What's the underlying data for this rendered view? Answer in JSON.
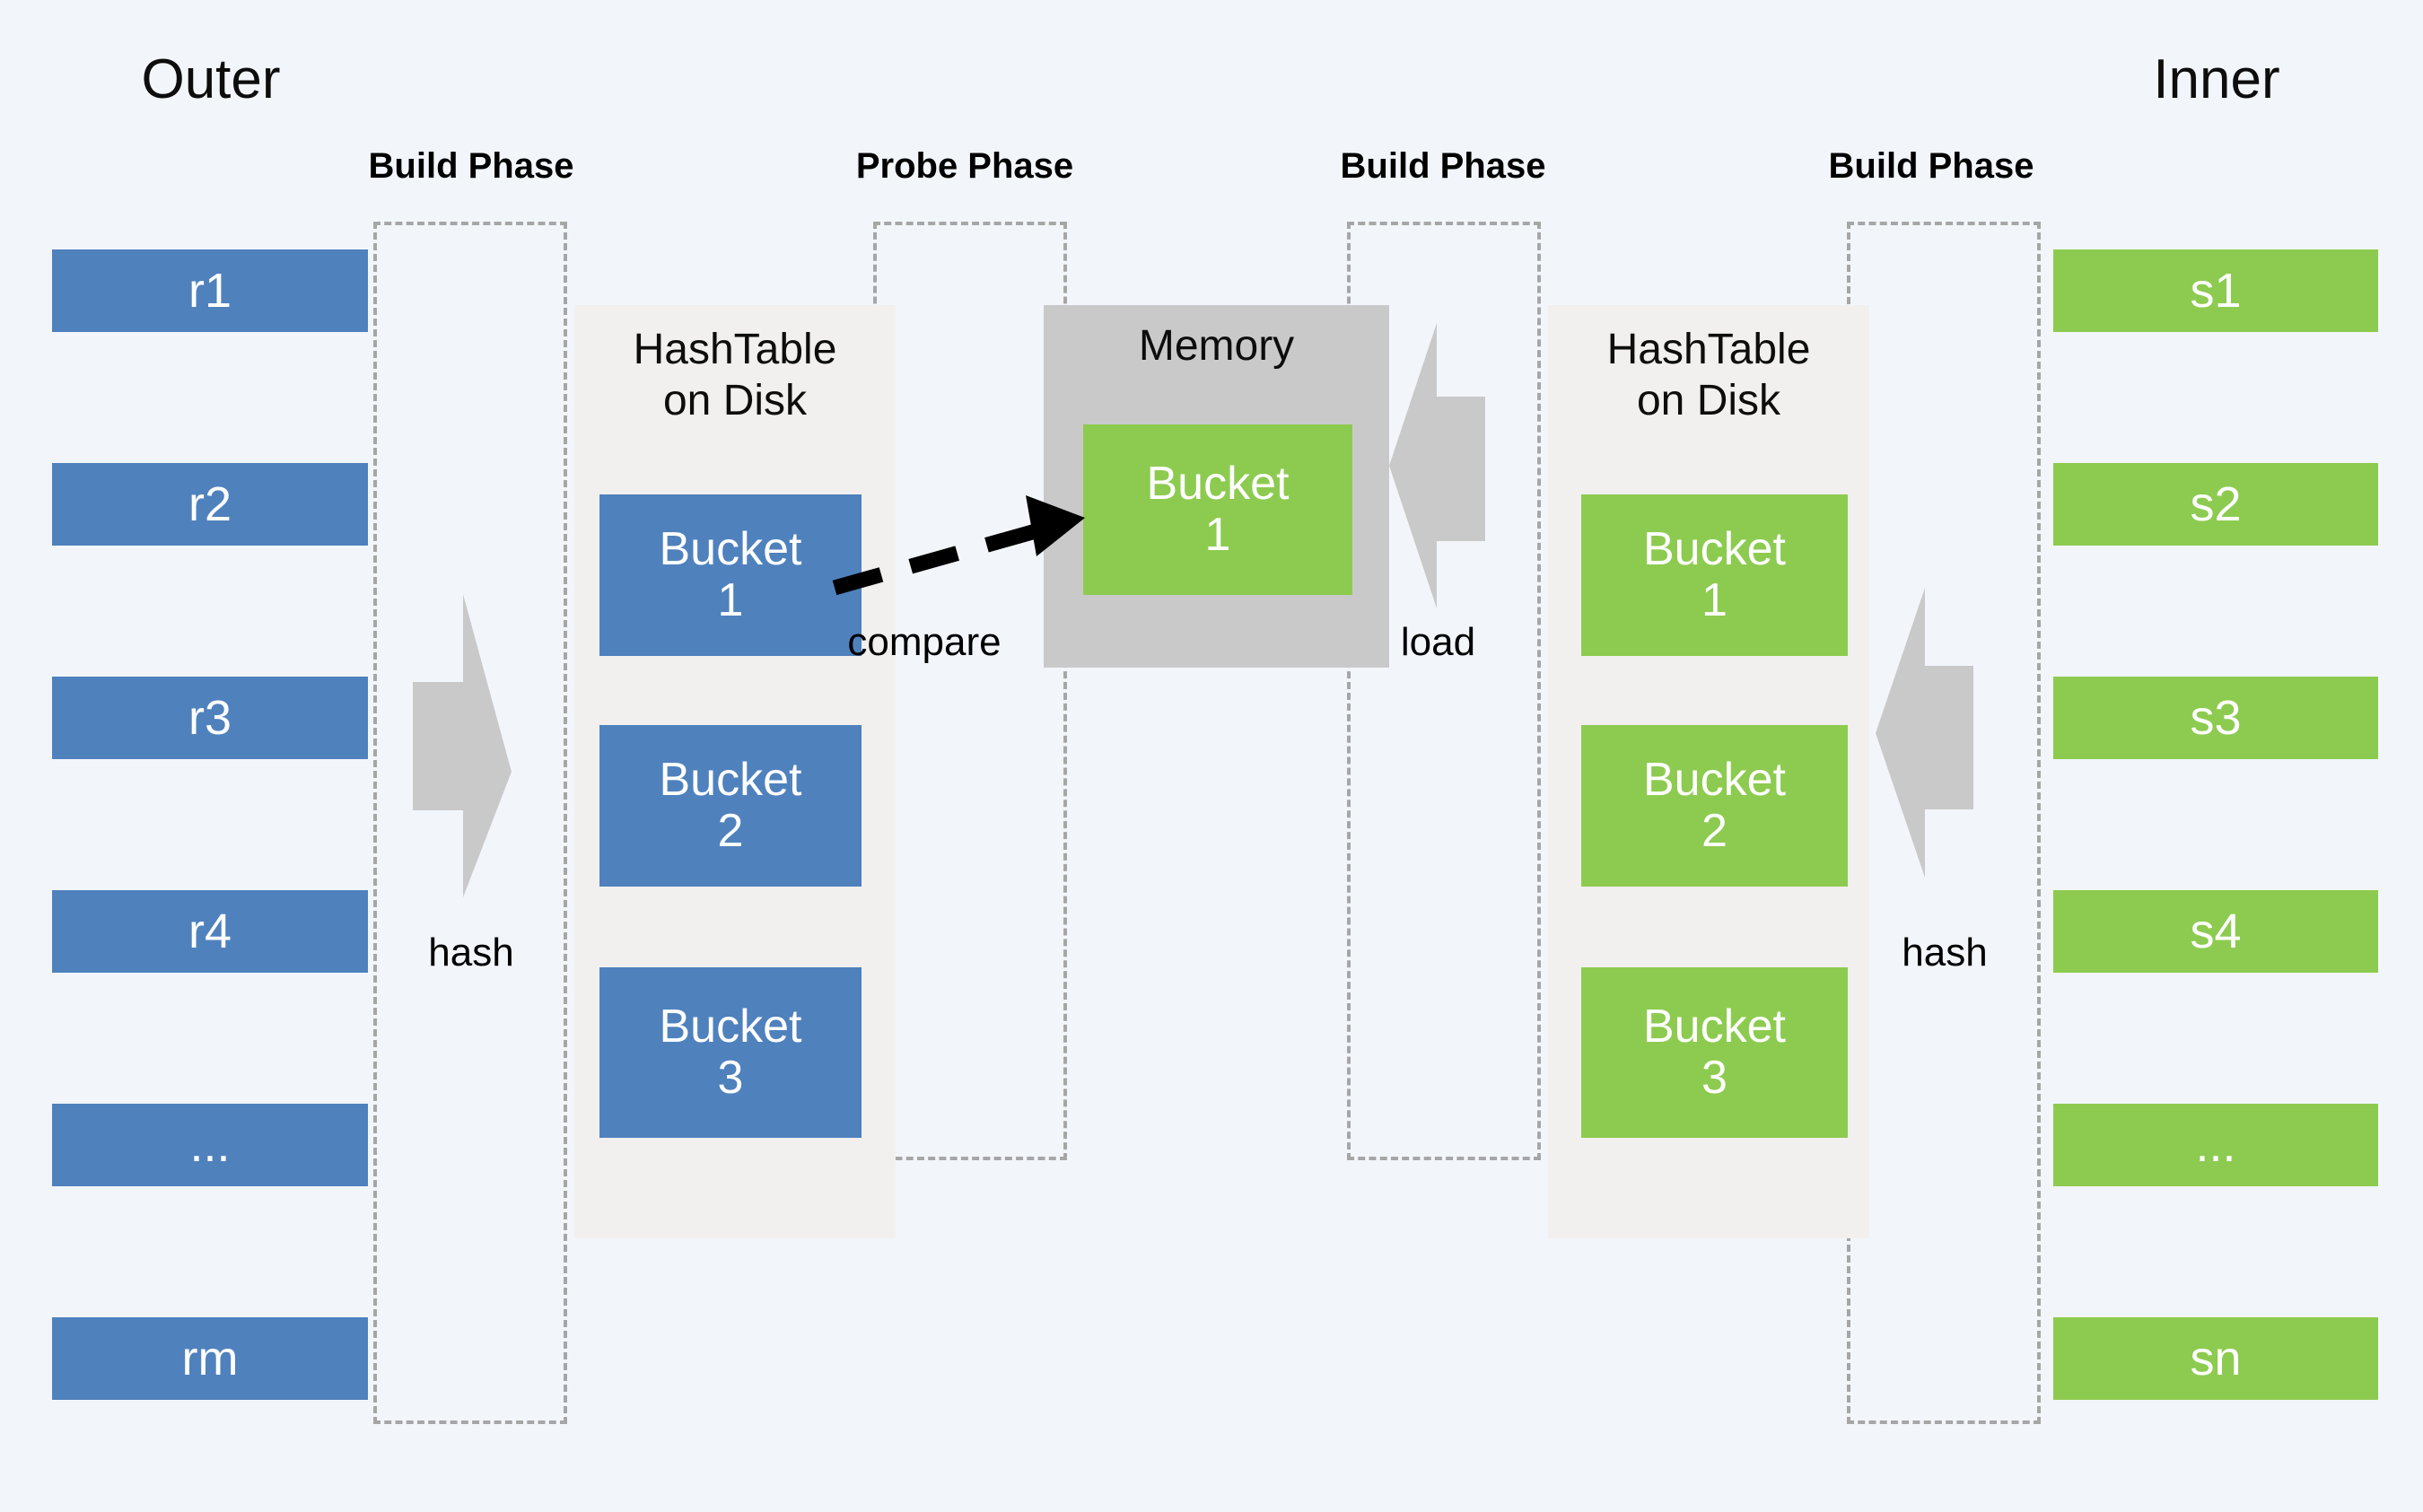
{
  "diagram": {
    "title_left": "Outer",
    "title_right": "Inner",
    "phases": [
      {
        "label": "Build Phase"
      },
      {
        "label": "Probe Phase"
      },
      {
        "label": "Build Phase"
      },
      {
        "label": "Build Phase"
      }
    ],
    "outer_records": [
      {
        "label": "r1"
      },
      {
        "label": "r2"
      },
      {
        "label": "r3"
      },
      {
        "label": "r4"
      },
      {
        "label": "..."
      },
      {
        "label": "rm"
      }
    ],
    "inner_records": [
      {
        "label": "s1"
      },
      {
        "label": "s2"
      },
      {
        "label": "s3"
      },
      {
        "label": "s4"
      },
      {
        "label": "..."
      },
      {
        "label": "sn"
      }
    ],
    "left_disk": {
      "caption": "HashTable\non Disk",
      "buckets": [
        {
          "label": "Bucket\n1"
        },
        {
          "label": "Bucket\n2"
        },
        {
          "label": "Bucket\n3"
        }
      ]
    },
    "right_disk": {
      "caption": "HashTable\non Disk",
      "buckets": [
        {
          "label": "Bucket\n1"
        },
        {
          "label": "Bucket\n2"
        },
        {
          "label": "Bucket\n3"
        }
      ]
    },
    "memory": {
      "caption": "Memory",
      "bucket": "Bucket\n1"
    },
    "edge_labels": {
      "hash_left": "hash",
      "compare": "compare",
      "load": "load",
      "hash_right": "hash"
    },
    "colors": {
      "background": "#f2f6fb",
      "outer_block": "#4f81bd",
      "inner_block": "#8dcb50",
      "disk_panel": "#f1f0ee",
      "memory_panel": "#c9c9c9",
      "dashed_border": "#a6a6a6",
      "arrow_gray": "#c9c9c9",
      "arrow_black": "#000000"
    }
  }
}
